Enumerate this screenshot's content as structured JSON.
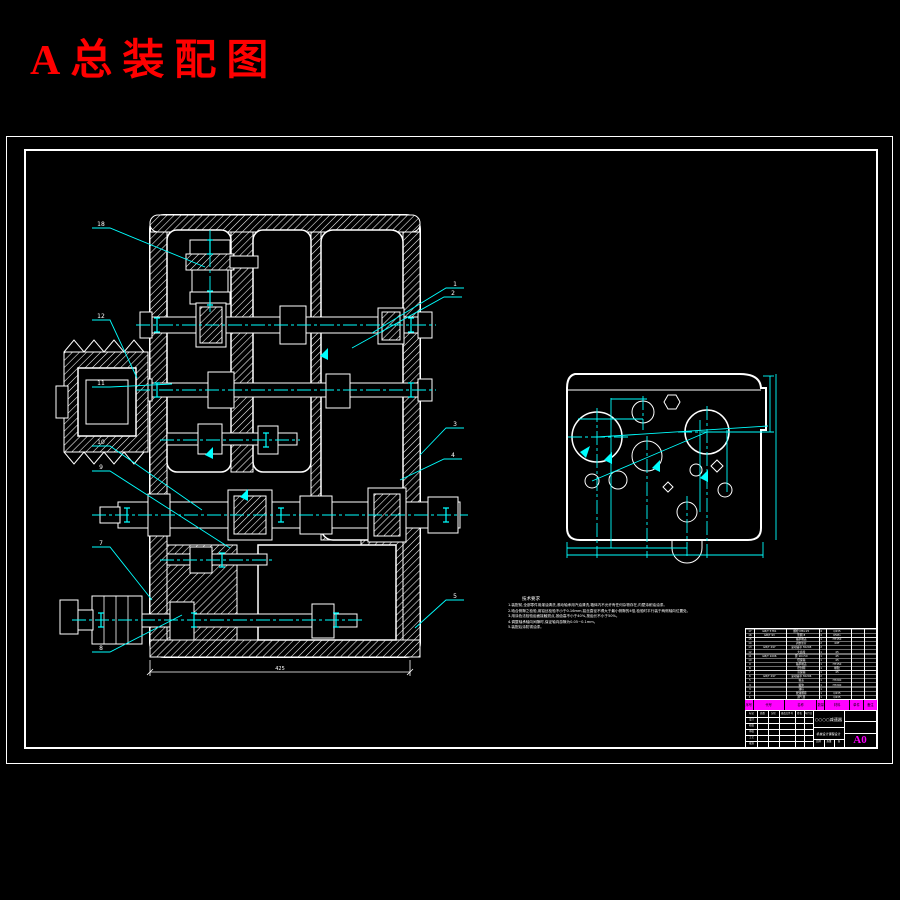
{
  "page": {
    "heading": "A总装配图"
  },
  "colors": {
    "bg": "#000000",
    "line": "#ffffff",
    "accent": "#00ffff",
    "title_red": "#ff0000",
    "highlight": "#ff00ff"
  },
  "main_view": {
    "bottom_dim": "425"
  },
  "balloons": {
    "left": [
      "18",
      "12",
      "11",
      "10",
      "9",
      "7",
      "8"
    ],
    "right": [
      "1",
      "2",
      "3",
      "4",
      "5"
    ]
  },
  "notes": {
    "heading": "技术要求",
    "items": [
      "1.装配前,全部零件用煤油清洗,滚动轴承用汽油清洗,箱体内不允许有任何杂物存在,内壁涂耐油油漆。",
      "2.啮合侧隙之检验,用铅丝检验不小于0.16mm,铅丝直径不得大于最小侧隙的4倍,检验时平行装于两侧轴向位置处。",
      "3.用涂色法检验齿面接触斑点,按齿高不小于40%,按齿长不小于50%。",
      "4.调整轴承轴向间隙时,保证轴向游隙为0.05~0.1mm。",
      "5.装配后涂防锈油漆。"
    ]
  },
  "bom": {
    "headers": [
      "序号",
      "代号",
      "名称",
      "数量",
      "材料",
      "单件",
      "备注"
    ],
    "rows": [
      [
        "17",
        "GB/T 5781",
        "螺栓 M8×25",
        "4",
        "Q235",
        "",
        ""
      ],
      [
        "16",
        "GB/T 93",
        "垫圈 8",
        "4",
        "65Mn",
        "",
        ""
      ],
      [
        "15",
        "",
        "轴承端盖",
        "1",
        "HT150",
        "",
        ""
      ],
      [
        "14",
        "",
        "调整垫片",
        "2",
        "08F",
        "",
        ""
      ],
      [
        "13",
        "GB/T 297",
        "滚动轴承 30208",
        "2",
        "",
        "",
        ""
      ],
      [
        "12",
        "",
        "大齿轮",
        "1",
        "45",
        "",
        ""
      ],
      [
        "11",
        "GB/T 1096",
        "键 10×50",
        "1",
        "45",
        "",
        ""
      ],
      [
        "10",
        "",
        "低速轴",
        "1",
        "45",
        "",
        ""
      ],
      [
        "9",
        "",
        "轴承端盖",
        "1",
        "HT150",
        "",
        ""
      ],
      [
        "8",
        "",
        "密封圈",
        "1",
        "橡胶",
        "",
        ""
      ],
      [
        "7",
        "",
        "高速轴",
        "1",
        "45",
        "",
        ""
      ],
      [
        "6",
        "GB/T 297",
        "滚动轴承 30206",
        "2",
        "",
        "",
        ""
      ],
      [
        "5",
        "",
        "箱盖",
        "1",
        "HT200",
        "",
        ""
      ],
      [
        "4",
        "",
        "箱体",
        "1",
        "HT200",
        "",
        ""
      ],
      [
        "3",
        "",
        "油标",
        "1",
        "",
        "",
        ""
      ],
      [
        "2",
        "",
        "放油螺塞",
        "1",
        "Q235",
        "",
        ""
      ],
      [
        "1",
        "",
        "通气器",
        "1",
        "Q235",
        "",
        ""
      ]
    ]
  },
  "title_block": {
    "product": "○○○○减速器",
    "course": "机械设计课程设计",
    "format": "A0",
    "rev_headers": [
      "标记",
      "处数",
      "分区",
      "更改文件号",
      "签名",
      "年月日"
    ],
    "sign_rows": [
      "设计",
      "校核",
      "审核",
      "工艺",
      "批准"
    ],
    "misc": [
      "比例",
      "质量",
      "张"
    ]
  }
}
